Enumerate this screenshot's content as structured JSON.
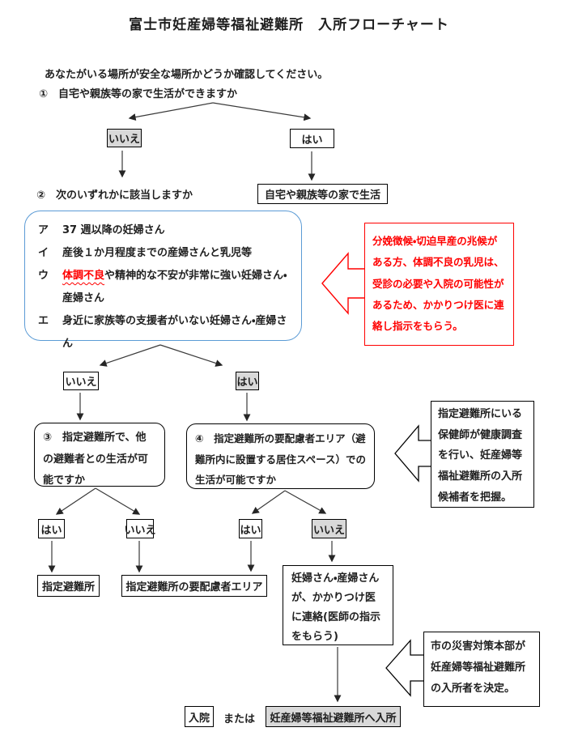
{
  "title": "富士市妊産婦等福祉避難所　入所フローチャート",
  "colors": {
    "accent_blue": "#5b9bd5",
    "alert_red": "#ff0000",
    "gray_fill": "#d9d9d9"
  },
  "intro": {
    "check": "あなたがいる場所が安全な場所かどうか確認してください。"
  },
  "q1": {
    "text": "①　自宅や親族等の家で生活ができますか",
    "no": "いいえ",
    "yes": "はい",
    "yes_result": "自宅や親族等の家で生活"
  },
  "q2": {
    "text": "②　次のいずれかに該当しますか",
    "criteria": [
      {
        "label": "ア",
        "text": "37 週以降の妊婦さん"
      },
      {
        "label": "イ",
        "text": "産後１か月程度までの産婦さんと乳児等"
      },
      {
        "label": "ウ",
        "highlight": "体調不良",
        "text": "や精神的な不安が非常に強い妊婦さん・産婦さん"
      },
      {
        "label": "エ",
        "text": "身近に家族等の支援者がいない妊婦さん・産婦さん"
      }
    ],
    "no": "いいえ",
    "yes": "はい"
  },
  "q3": {
    "text": "③　指定避難所で、他の避難者との生活が可能ですか",
    "yes": "はい",
    "no": "いいえ",
    "yes_result": "指定避難所",
    "no_result": "指定避難所の要配慮者エリア"
  },
  "q4": {
    "text": "④　指定避難所の要配慮者エリア（避難所内に設置する居住スペース）での生活が可能ですか",
    "yes": "はい",
    "no": "いいえ",
    "no_result": "妊婦さん・産婦さんが、かかりつけ医に連絡(医師の指示をもらう)"
  },
  "callouts": {
    "medical": "分娩徴候・切迫早産の兆候がある方、体調不良の乳児は、受診の必要や入院の可能性があるため、かかりつけ医に連絡し指示をもらう。",
    "health_survey": "指定避難所にいる保健師が健康調査を行い、妊産婦等福祉避難所の入所候補者を把握。",
    "decision": "市の災害対策本部が妊産婦等福祉避難所の入所者を決定。"
  },
  "final": {
    "hospital": "入院",
    "or": "または",
    "admission": "妊産婦等福祉避難所へ入所"
  }
}
